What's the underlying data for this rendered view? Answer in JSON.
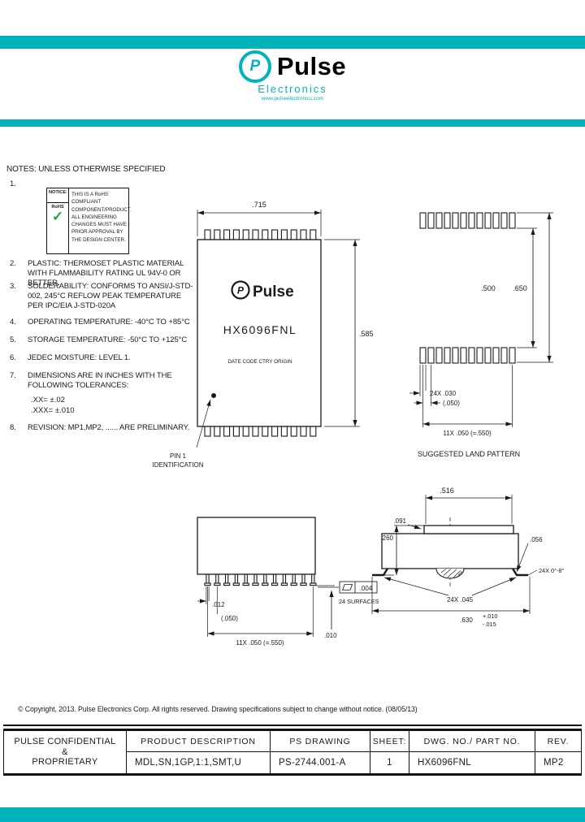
{
  "colors": {
    "accent": "#00b2bc",
    "rohs_green": "#1faa3c"
  },
  "header": {
    "brand": "Pulse",
    "brand_initial": "P",
    "subtitle": "Electronics",
    "url": "www.pulseelectronics.com"
  },
  "notes": {
    "title": "NOTES: UNLESS OTHERWISE SPECIFIED",
    "note1_num": "1.",
    "notice": {
      "label": "NOTICE:",
      "rohs": "RoHS",
      "check": "✓",
      "text": "THIS IS A RoHS COMPLIANT COMPONENT/PRODUCT. ALL ENGINEERING CHANGES MUST HAVE PRIOR APPROVAL BY THE DESIGN CENTER."
    },
    "items": [
      {
        "num": "2.",
        "text": "PLASTIC: THERMOSET PLASTIC MATERIAL WITH FLAMMABILITY RATING UL 94V-0 OR BETTER."
      },
      {
        "num": "3.",
        "text": "SOLDERABILITY: CONFORMS TO ANSI/J-STD-002, 245°C REFLOW PEAK TEMPERATURE PER IPC/EIA J-STD-020A"
      },
      {
        "num": "4.",
        "text": "OPERATING TEMPERATURE: -40°C TO +85°C"
      },
      {
        "num": "5.",
        "text": "STORAGE TEMPERATURE: -50°C TO +125°C"
      },
      {
        "num": "6.",
        "text": "JEDEC MOISTURE: LEVEL 1."
      },
      {
        "num": "7.",
        "text": "DIMENSIONS ARE IN INCHES WITH THE FOLLOWING TOLERANCES:"
      },
      {
        "num": "8.",
        "text": "REVISION: MP1,MP2, ...... ARE PRELIMINARY."
      }
    ],
    "tol_xx": ".XX= ±.02",
    "tol_xxx": ".XXX= ±.010"
  },
  "top_view": {
    "dim_width": ".715",
    "dim_height": ".585",
    "brand_initial": "P",
    "brand": "Pulse",
    "part_number": "HX6096FNL",
    "marking": "DATE CODE CTRY ORIGIN",
    "pin1_line1": "PIN 1",
    "pin1_line2": "IDENTIFICATION"
  },
  "land_pattern": {
    "dim_inner": ".500",
    "dim_outer": ".650",
    "dim_pad_width": "24X .030",
    "dim_pitch": "(.050)",
    "dim_row": "11X .050 (=.550)",
    "caption": "SUGGESTED LAND PATTERN"
  },
  "side_view": {
    "dim_lead_thickness": ".012",
    "dim_pitch": "(.050)",
    "dim_row": "11X .050 (=.550)",
    "dim_standoff": ".010",
    "flatness_value": ".004",
    "flatness_note": "24 SURFACES"
  },
  "end_view": {
    "dim_top_width": ".516",
    "dim_step": ".091",
    "dim_height": ".260",
    "dim_lead": ".056",
    "dim_lead_angle": "24X 0°-8°",
    "dim_foot": "24X .045",
    "dim_overall": ".630",
    "dim_tol_plus": "+.010",
    "dim_tol_minus": "-.015"
  },
  "footer": {
    "copyright": "© Copyright, 2013. Pulse Electronics Corp. All rights reserved. Drawing specifications subject to change without notice. (08/05/13)"
  },
  "title_block": {
    "confidential_line1": "PULSE CONFIDENTIAL",
    "confidential_line2": "&",
    "confidential_line3": "PROPRIETARY",
    "product_description_label": "PRODUCT DESCRIPTION",
    "ps_drawing_label": "PS DRAWING",
    "sheet_label": "SHEET:",
    "dwg_label": "DWG. NO./ PART NO.",
    "rev_label": "REV.",
    "product_description": "MDL,SN,1GP,1:1,SMT,U",
    "ps_drawing": "PS-2744.001-A",
    "sheet": "1",
    "part_number": "HX6096FNL",
    "rev": "MP2"
  }
}
